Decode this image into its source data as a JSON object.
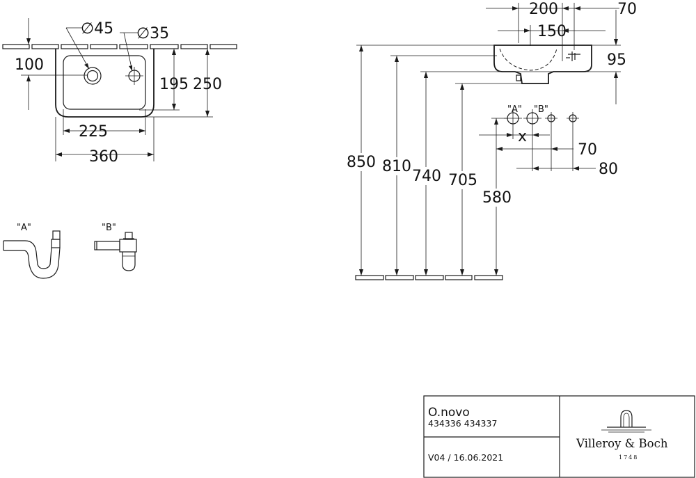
{
  "top_view": {
    "hole_main": "∅45",
    "hole_tap": "∅35",
    "dim_100": "100",
    "dim_195": "195",
    "dim_250": "250",
    "dim_225": "225",
    "dim_360": "360"
  },
  "traps": {
    "a_label": "\"A\"",
    "b_label": "\"B\""
  },
  "side_view": {
    "dim_200": "200",
    "dim_70_top": "70",
    "dim_150": "150",
    "dim_95": "95",
    "label_a": "\"A\"",
    "label_b": "\"B\"",
    "dim_x": "x",
    "dim_70": "70",
    "dim_80": "80",
    "heights": [
      "850",
      "810",
      "740",
      "705",
      "580"
    ]
  },
  "title_block": {
    "product": "O.novo",
    "codes": "434336 434337",
    "version": "V04 / 16.06.2021",
    "brand": "Villeroy & Boch",
    "brand_year": "1748"
  }
}
